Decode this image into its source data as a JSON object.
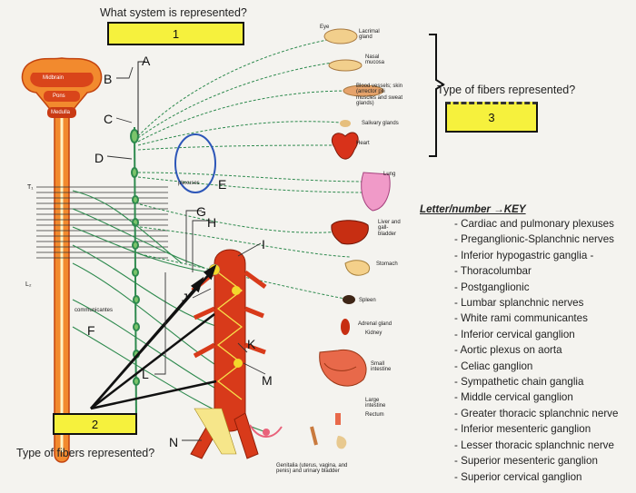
{
  "question_system": "What system is represented?",
  "answer_box_1": "1",
  "answer_box_2": "2",
  "answer_box_3": "3",
  "question_fibers_right": "Type of fibers represented?",
  "question_fibers_left": "Type of fibers represented?",
  "letters": [
    "A",
    "B",
    "C",
    "D",
    "E",
    "F",
    "G",
    "H",
    "I",
    "J",
    "K",
    "L",
    "M",
    "N"
  ],
  "cns_labels": {
    "midbrain": "Midbrain",
    "pons": "Pons",
    "medulla": "Medulla",
    "t1": "T₁",
    "l2": "L₂",
    "communicantes": "communicantes",
    "plexuses": "plexuses"
  },
  "organs": {
    "eye": "Eye",
    "lacrimal": "Lacrimal gland",
    "nasal": "Nasal mucosa",
    "blood_vessels": "Blood vessels; skin (arrector pili muscles and sweat glands)",
    "salivary": "Salivary glands",
    "heart": "Heart",
    "lung": "Lung",
    "liver": "Liver and gall-bladder",
    "stomach": "Stomach",
    "spleen": "Spleen",
    "adrenal": "Adrenal gland",
    "kidney": "Kidney",
    "small_intestine": "Small intestine",
    "large_intestine": "Large intestine",
    "rectum": "Rectum",
    "genitalia": "Genitalia (uterus, vagina, and penis) and urinary bladder"
  },
  "key": {
    "header": "Letter/number →KEY",
    "items": [
      "- Cardiac and pulmonary plexuses",
      "- Preganglionic-Splanchnic nerves",
      "- Inferior hypogastric ganglia -",
      "- Thoracolumbar",
      "- Postganglionic",
      "- Lumbar splanchnic nerves",
      "- White rami communicantes",
      "- Inferior cervical ganglion",
      "- Aortic plexus on aorta",
      "- Celiac ganglion",
      "- Sympathetic chain ganglia",
      "- Middle cervical ganglion",
      "- Greater thoracic splanchnic nerve",
      "- Inferior mesenteric ganglion",
      "- Lesser thoracic splanchnic nerve",
      "- Superior mesenteric ganglion",
      "- Superior cervical ganglion"
    ]
  },
  "colors": {
    "answer_box": "#f6f13d",
    "cord": "#e8541b",
    "nerve_green": "#2e8a4e",
    "aorta": "#d83a1a",
    "circle": "#2d56b8"
  }
}
